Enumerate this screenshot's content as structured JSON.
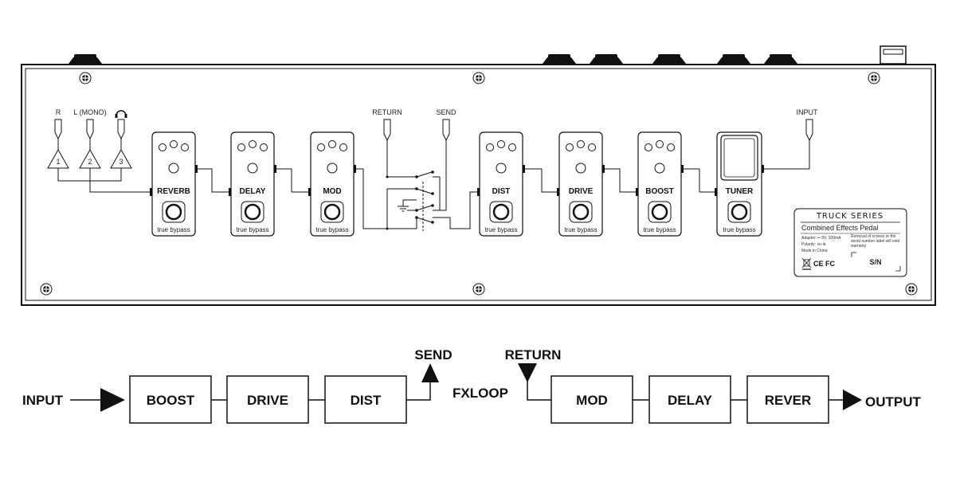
{
  "panel": {
    "jack_labels": {
      "r": "R",
      "l_mono": "L (MONO)",
      "headphone_icon": "headphone-icon"
    },
    "output_numbers": [
      "1",
      "2",
      "3"
    ],
    "return_label": "RETURN",
    "send_label": "SEND",
    "input_label": "INPUT",
    "pedals": [
      {
        "name": "REVERB",
        "footer": "true bypass"
      },
      {
        "name": "DELAY",
        "footer": "true bypass"
      },
      {
        "name": "MOD",
        "footer": "true bypass"
      },
      {
        "name": "DIST",
        "footer": "true bypass"
      },
      {
        "name": "DRIVE",
        "footer": "true bypass"
      },
      {
        "name": "BOOST",
        "footer": "true bypass"
      },
      {
        "name": "TUNER",
        "footer": "true bypass"
      }
    ],
    "info_label": {
      "brand": "TRUCK SERIES",
      "product": "Combined  Effects  Pedal",
      "adapter": "Adapter: ═ 9V, 300mA",
      "polarity": "Polarity: ⊖◐⊕",
      "made_in": "Made in China",
      "warning": "Removal of screws or the serial number label will void warranty",
      "marks": "CE FC",
      "sn": "S/N"
    }
  },
  "flow": {
    "input": "INPUT",
    "output": "OUTPUT",
    "send": "SEND",
    "return": "RETURN",
    "fxloop": "FXLOOP",
    "pre_blocks": [
      "BOOST",
      "DRIVE",
      "DIST"
    ],
    "post_blocks": [
      "MOD",
      "DELAY",
      "REVER"
    ]
  }
}
